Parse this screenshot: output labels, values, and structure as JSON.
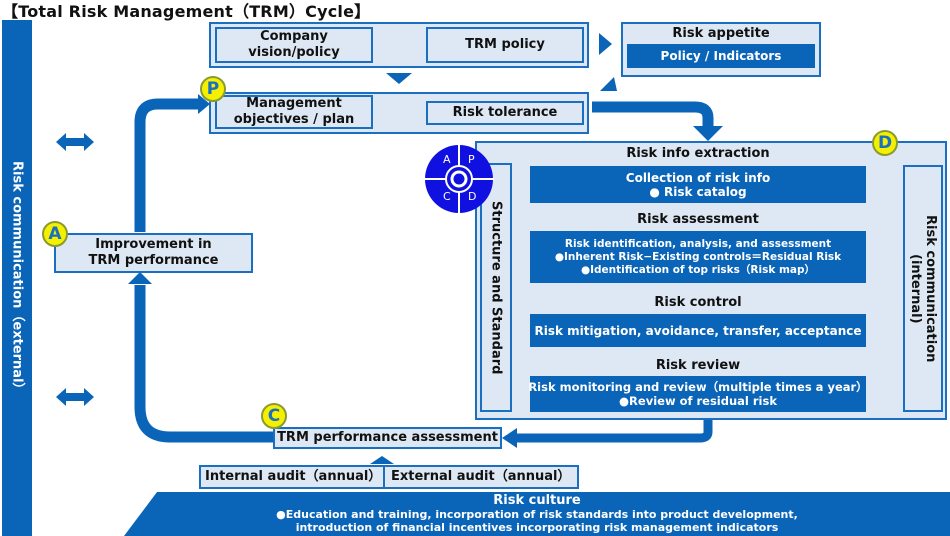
{
  "title": "【Total Risk Management（TRM）Cycle】",
  "colors": {
    "primary": "#0a64b8",
    "light_fill": "#dde8f4",
    "badge": "#f5f000",
    "pdca": "#1010e0"
  },
  "top": {
    "company_vision": "Company vision/policy",
    "trm_policy": "TRM policy",
    "risk_appetite": {
      "title": "Risk appetite",
      "sub": "Policy / Indicators"
    },
    "management_objectives": "Management objectives / plan",
    "risk_tolerance": "Risk tolerance"
  },
  "badges": {
    "p": "P",
    "d": "D",
    "c": "C",
    "a": "A"
  },
  "pdca_circle": {
    "a": "A",
    "p": "P",
    "c": "C",
    "d": "D"
  },
  "left": {
    "external_comm": "Risk communication（external）",
    "improvement": "Improvement in TRM performance"
  },
  "do_section": {
    "structure": "Structure and Standard",
    "internal_comm": "Risk communication\n(internal)",
    "steps": [
      {
        "heading": "Risk info extraction",
        "lines": [
          "Collection of risk info",
          "● Risk catalog"
        ]
      },
      {
        "heading": "Risk assessment",
        "lines": [
          "Risk identification, analysis, and assessment",
          "●Inherent Risk−Existing controls＝Residual Risk",
          "●Identification of top risks（Risk map）"
        ]
      },
      {
        "heading": "Risk control",
        "lines": [
          "Risk mitigation, avoidance, transfer, acceptance"
        ]
      },
      {
        "heading": "Risk review",
        "lines": [
          "Risk monitoring and review（multiple times a year）",
          "●Review of residual risk"
        ]
      }
    ]
  },
  "check": {
    "performance_assessment": "TRM performance assessment",
    "internal_audit": "Internal audit（annual）",
    "external_audit": "External audit（annual）"
  },
  "culture": {
    "title": "Risk culture",
    "line1": "●Education and training, incorporation of  risk standards into product development,",
    "line2": "introduction of financial incentives incorporating risk management indicators"
  }
}
